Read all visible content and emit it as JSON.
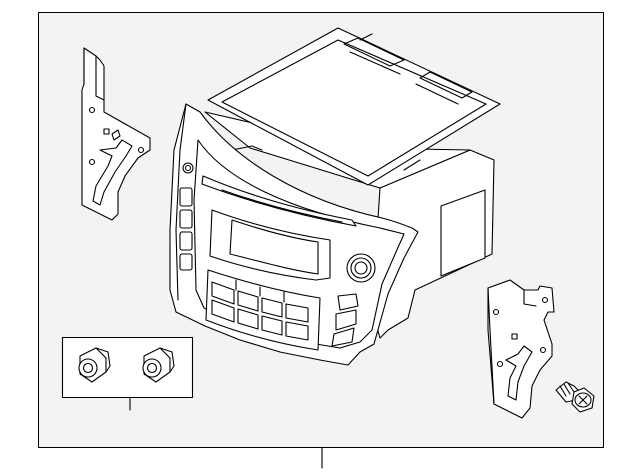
{
  "diagram": {
    "frame_fill": "#f3f3f3",
    "line_color": "#000000",
    "parts": [
      "radio-head-unit",
      "top-cover-plate",
      "left-mounting-bracket",
      "right-mounting-bracket",
      "grommet-kit",
      "mounting-screw"
    ]
  }
}
